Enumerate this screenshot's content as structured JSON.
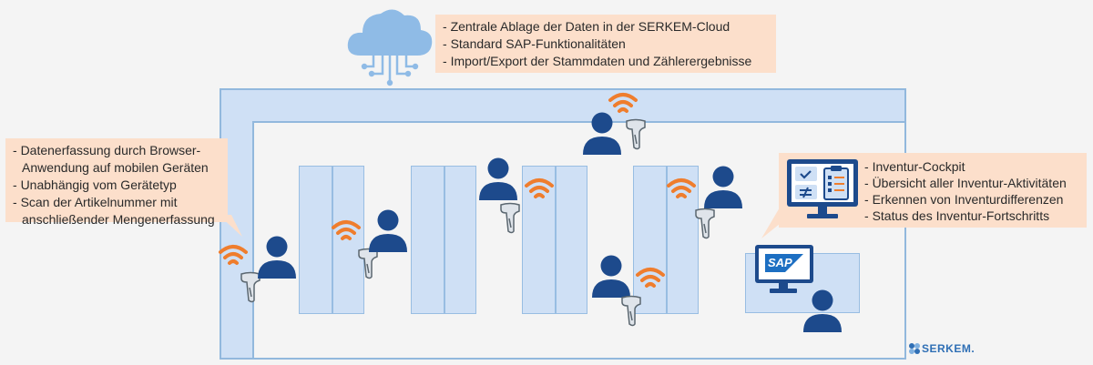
{
  "callouts": {
    "cloud": [
      "Zentrale Ablage der Daten in der SERKEM-Cloud",
      "Standard SAP-Funktionalitäten",
      "Import/Export der Stammdaten und Zählerergebnisse"
    ],
    "mobile": [
      "Datenerfassung durch Browser-Anwendung auf mobilen Geräten",
      "Unabhängig vom Gerätetyp",
      "Scan der Artikelnummer mit anschließender Mengenerfassung"
    ],
    "cockpit": [
      "Inventur-Cockpit",
      "Übersicht aller Inventur-Aktivitäten",
      "Erkennen von Inventurdifferenzen",
      "Status des Inventur-Fortschritts"
    ]
  },
  "sap_logo_text": "SAP",
  "brand": {
    "name": "SERKEM."
  },
  "colors": {
    "navy": "#1d4a8c",
    "wifi": "#ef7d2d",
    "rack_fill": "#cfe0f5",
    "rack_border": "#98bde2",
    "callout_bg": "#fcdfcb",
    "cloud": "#8fbbe6"
  }
}
